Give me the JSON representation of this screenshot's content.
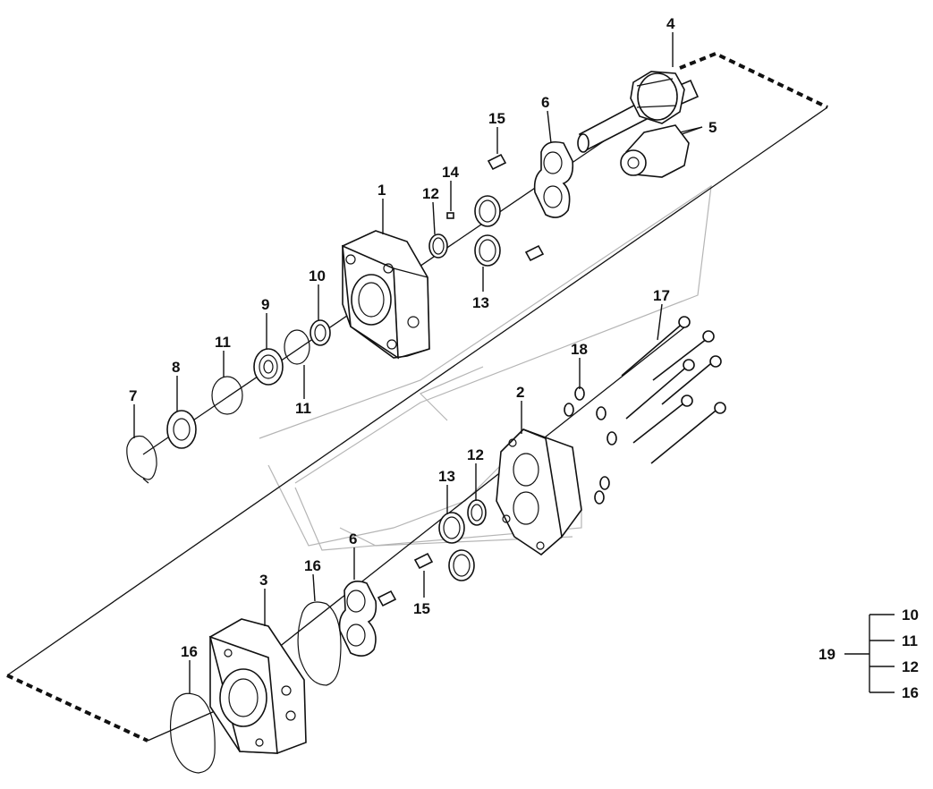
{
  "callouts": {
    "c1": "1",
    "c2": "2",
    "c3": "3",
    "c4": "4",
    "c5": "5",
    "c6a": "6",
    "c6b": "6",
    "c7": "7",
    "c8": "8",
    "c9": "9",
    "c10": "10",
    "c11a": "11",
    "c11b": "11",
    "c12a": "12",
    "c12b": "12",
    "c13a": "13",
    "c13b": "13",
    "c14": "14",
    "c15a": "15",
    "c15b": "15",
    "c16a": "16",
    "c16b": "16",
    "c17": "17",
    "c18": "18"
  },
  "kit": {
    "label": "19",
    "items": [
      "10",
      "11",
      "12",
      "16"
    ]
  },
  "colors": {
    "line": "#111111",
    "ghost": "#b5b5b5",
    "background": "#ffffff"
  }
}
